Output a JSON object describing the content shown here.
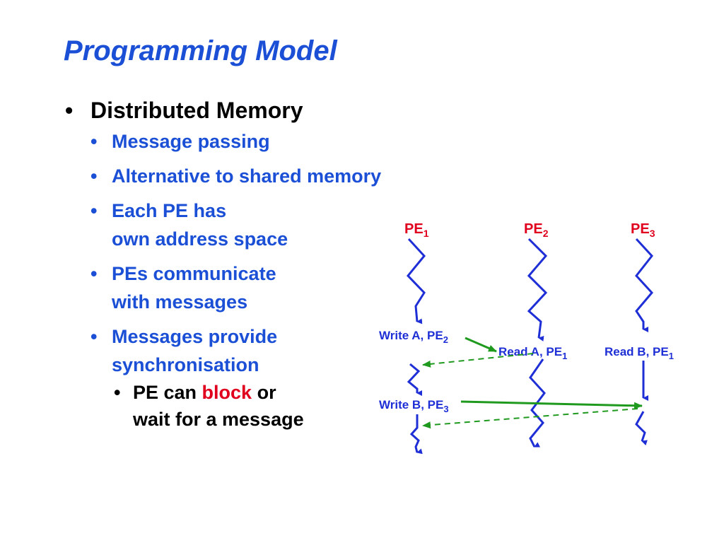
{
  "title": "Programming Model",
  "bullets": {
    "main": "Distributed Memory",
    "sub": [
      {
        "lines": [
          "Message passing"
        ]
      },
      {
        "lines": [
          "Alternative to shared memory"
        ]
      },
      {
        "lines": [
          "Each PE has",
          "own address space"
        ]
      },
      {
        "lines": [
          "PEs communicate",
          "with messages"
        ]
      },
      {
        "lines": [
          "Messages provide",
          "synchronisation"
        ]
      }
    ],
    "subsub": {
      "before": "PE can ",
      "highlight": "block",
      "after": " or",
      "line2": "wait for a message"
    }
  },
  "diagram": {
    "processes": [
      {
        "label": "PE",
        "sub": "1"
      },
      {
        "label": "PE",
        "sub": "2"
      },
      {
        "label": "PE",
        "sub": "3"
      }
    ],
    "events": [
      {
        "label": "Write A, PE",
        "sub": "2"
      },
      {
        "label": "Read A, PE",
        "sub": "1"
      },
      {
        "label": "Read B, PE",
        "sub": "1"
      },
      {
        "label": "Write B, PE",
        "sub": "3"
      }
    ]
  },
  "colors": {
    "title": "#1a4fd6",
    "sub_bullets": "#1a4fd6",
    "highlight": "#e0001e",
    "label": "#e0001e",
    "timeline": "#1f2fd6",
    "message": "#1f9a1f"
  }
}
